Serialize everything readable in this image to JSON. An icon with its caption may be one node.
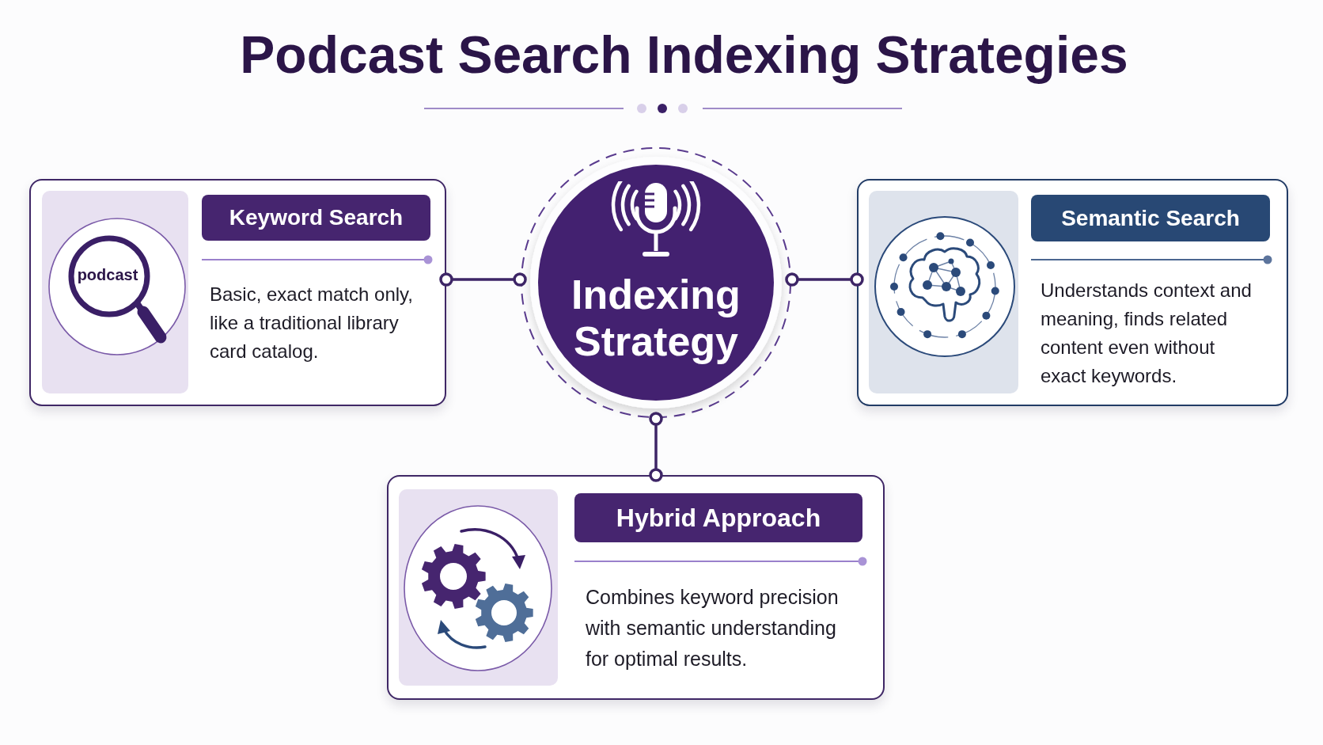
{
  "diagram": {
    "title": "Podcast Search Indexing Strategies",
    "nodes": [
      {
        "text": [
          "Indexing Strategy"
        ]
      },
      {
        "text": [
          "Keyword Search",
          "Basic, exact match only, like a traditional library card catalog."
        ]
      },
      {
        "text": [
          "Semantic Search",
          "Understands context and meaning, finds related content even without exact keywords."
        ]
      },
      {
        "text": [
          "Hybrid Approach",
          "Combines keyword precision with semantic understanding for optimal results."
        ]
      }
    ],
    "edges": [
      {
        "from": 0,
        "to": 1,
        "arrow": "other"
      },
      {
        "from": 0,
        "to": 2,
        "arrow": "other"
      },
      {
        "from": 0,
        "to": 3,
        "arrow": "other"
      }
    ],
    "labels": [
      "podcast"
    ]
  }
}
